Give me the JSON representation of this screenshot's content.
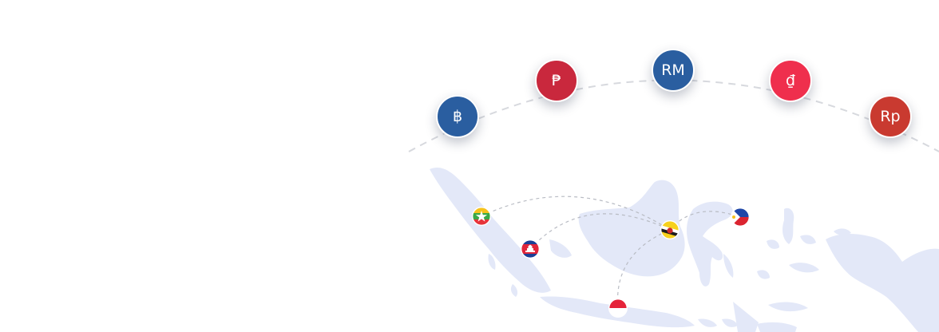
{
  "currencies": [
    {
      "id": "thai-baht",
      "symbol": "฿",
      "color": "#2a5ea0"
    },
    {
      "id": "philippine-peso",
      "symbol": "₱",
      "color": "#c9283d"
    },
    {
      "id": "malaysian-ringgit",
      "symbol": "RM",
      "color": "#2a5ea0"
    },
    {
      "id": "vietnamese-dong",
      "symbol": "₫",
      "color": "#ef2f4d"
    },
    {
      "id": "indonesian-rupiah",
      "symbol": "Rp",
      "color": "#c93a30"
    }
  ],
  "flags": [
    {
      "id": "myanmar-flag-icon"
    },
    {
      "id": "cambodia-flag-icon"
    },
    {
      "id": "brunei-flag-icon"
    },
    {
      "id": "philippines-flag-icon"
    },
    {
      "id": "indonesia-flag-icon"
    }
  ],
  "colors": {
    "map_land": "#e3e8f8",
    "arc_dash": "#d7d9de",
    "route_dash": "#b9bcc4"
  }
}
